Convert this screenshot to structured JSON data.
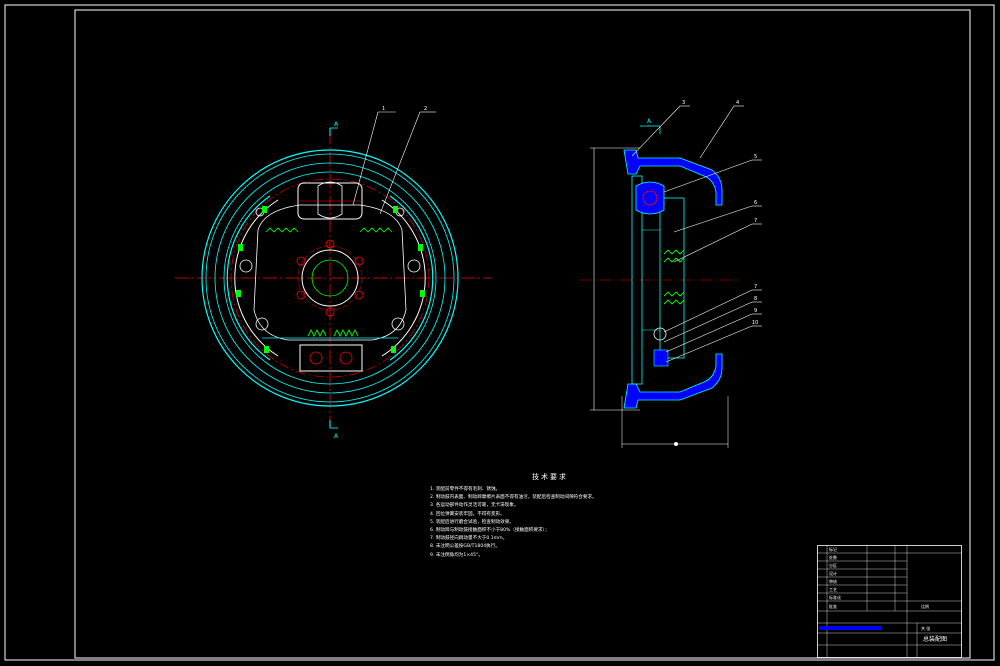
{
  "drawing": {
    "section_label_top": "A",
    "section_label_bottom": "A",
    "section_view_label": "A",
    "colors": {
      "background": "#000000",
      "frame": "#ffffff",
      "outline": "#00ffff",
      "center_line": "#ff0000",
      "spring": "#00ff00",
      "section": "#0000ff",
      "dimension": "#ffffff"
    }
  },
  "balloons_front": [
    "1",
    "2"
  ],
  "balloons_section": [
    "3",
    "4",
    "5",
    "6",
    "7",
    "7",
    "8",
    "9",
    "10"
  ],
  "tech_requirements": {
    "title": "技术要求",
    "lines": [
      "1. 装配前零件不得有毛刺、锈蚀。",
      "2. 制动鼓内表面、制动蹄摩擦片表面不得有油污，装配后检查制动间隙符合要求。",
      "3. 各运动部件动作灵活可靠，无卡滞现象。",
      "4. 回位弹簧安装牢固，不得有变形。",
      "5. 装配后进行磨合试验，检查制动效果。",
      "6. 制动蹄与制动鼓接触面积不小于80%（接触面积要求）；",
      "7. 制动鼓径向跳动量不大于0.1mm。",
      "8. 未注明公差按GB/T1804执行。",
      "9. 未注倒角均为1×45°。"
    ]
  },
  "title_block": {
    "drawing_name": "总装配图",
    "scale_label": "比例",
    "sheet_label": "共 张",
    "rows": [
      "标记",
      "处数",
      "分区",
      "设计",
      "审核",
      "工艺",
      "标准化",
      "批准"
    ]
  }
}
